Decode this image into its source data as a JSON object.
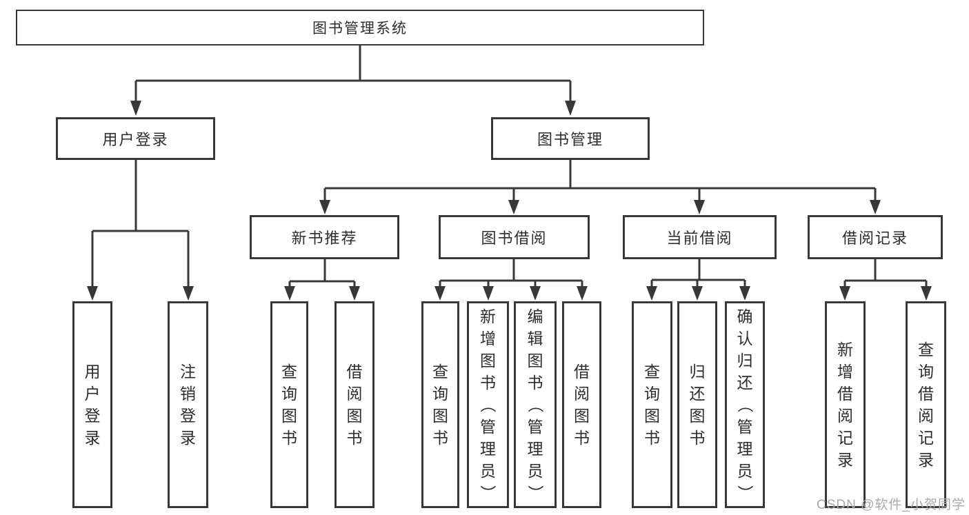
{
  "diagram": {
    "root": "图书管理系统",
    "level2": {
      "login": "用户登录",
      "management": "图书管理"
    },
    "login_children": [
      "用户登录",
      "注销登录"
    ],
    "management_sections": [
      {
        "label": "新书推荐",
        "children": [
          "查询图书",
          "借阅图书"
        ]
      },
      {
        "label": "图书借阅",
        "children": [
          "查询图书",
          "新增图书（管理员）",
          "编辑图书（管理员）",
          "借阅图书"
        ]
      },
      {
        "label": "当前借阅",
        "children": [
          "查询图书",
          "归还图书",
          "确认归还（管理员）"
        ]
      },
      {
        "label": "借阅记录",
        "children": [
          "新增借阅记录",
          "查询借阅记录"
        ]
      }
    ],
    "watermark": "CSDN @软件_小贺同学",
    "colors": {
      "line": "#383838",
      "text": "#2d2d2d",
      "watermark": "#a9a9a9",
      "background": "#ffffff"
    }
  }
}
